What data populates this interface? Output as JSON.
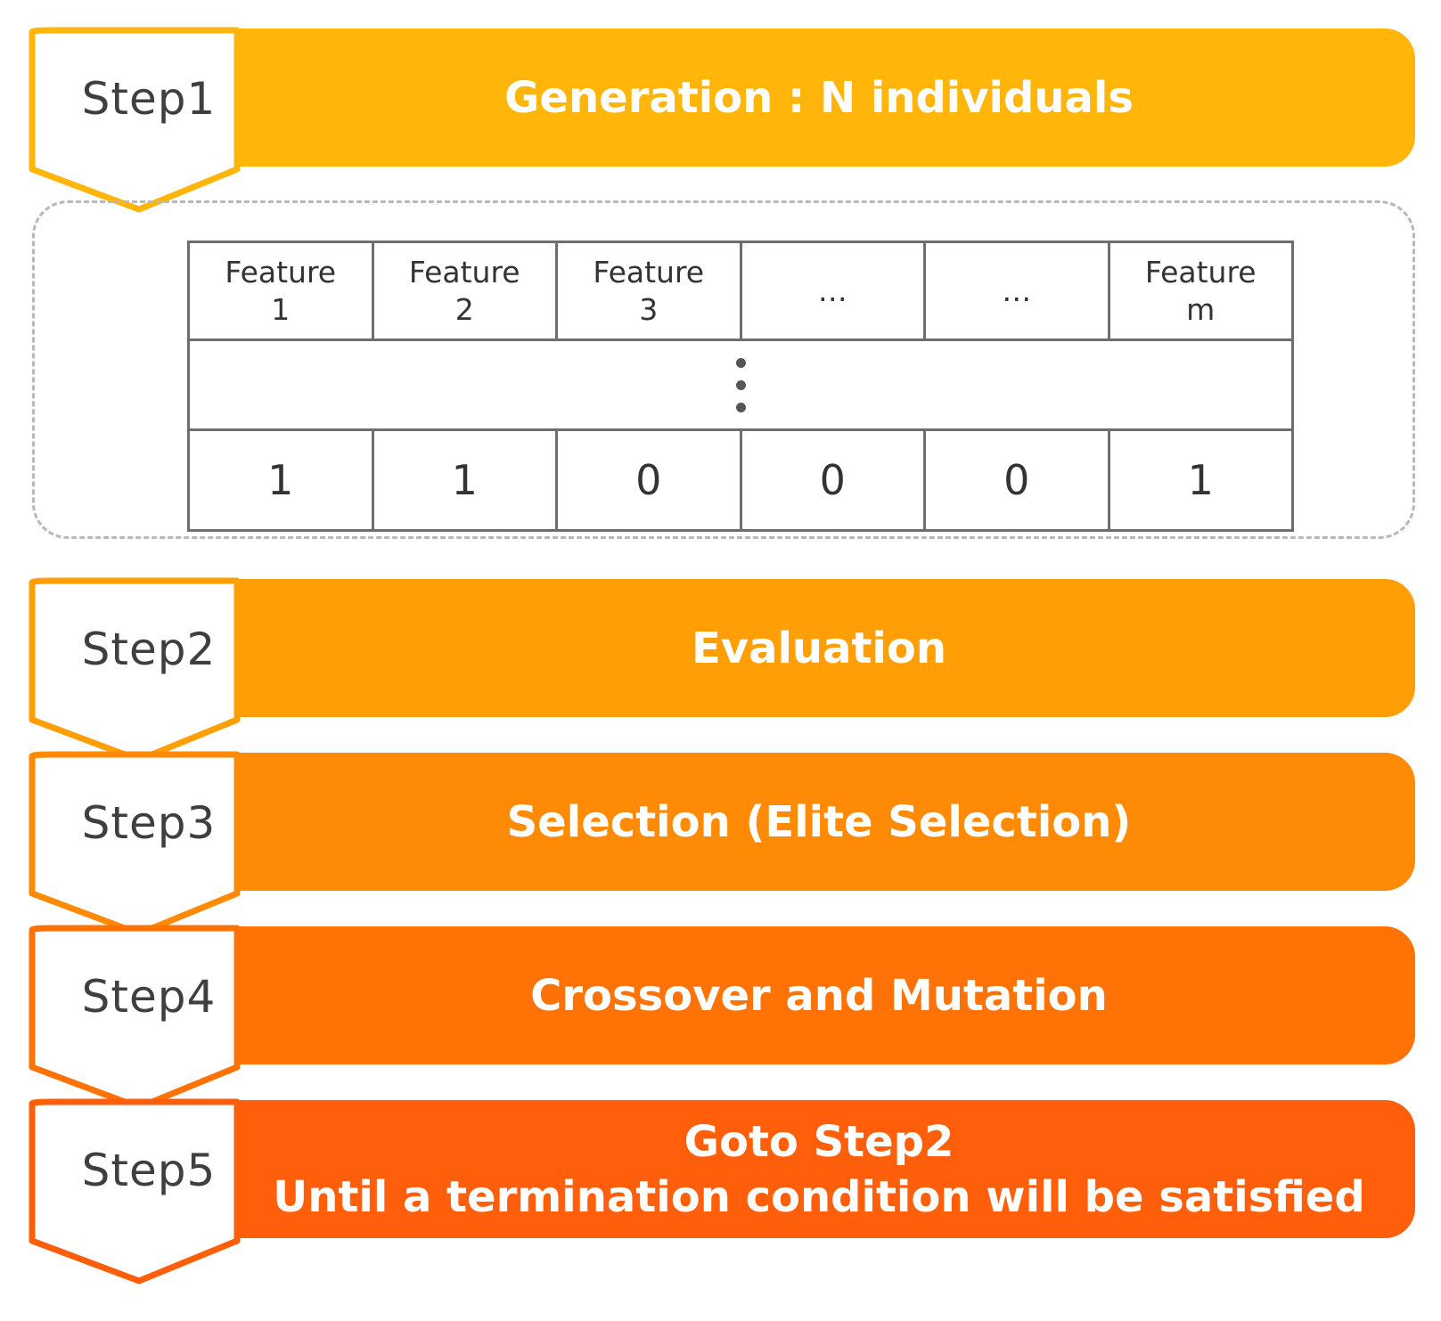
{
  "steps": [
    {
      "label": "Step1",
      "lines": [
        "Generation : N individuals"
      ],
      "color": "#FFB50A"
    },
    {
      "label": "Step2",
      "lines": [
        "Evaluation"
      ],
      "color": "#FF9E05"
    },
    {
      "label": "Step3",
      "lines": [
        "Selection (Elite Selection)"
      ],
      "color": "#FF8A06"
    },
    {
      "label": "Step4",
      "lines": [
        "Crossover and Mutation"
      ],
      "color": "#FF7306"
    },
    {
      "label": "Step5",
      "lines": [
        "Goto Step2",
        "Until a termination condition will be satisfied"
      ],
      "color": "#FF5E0A"
    }
  ],
  "table": {
    "headers": [
      [
        "Feature",
        "1"
      ],
      [
        "Feature",
        "2"
      ],
      [
        "Feature",
        "3"
      ],
      [
        "…"
      ],
      [
        "…"
      ],
      [
        "Feature",
        "m"
      ]
    ],
    "values": [
      "1",
      "1",
      "0",
      "0",
      "0",
      "1"
    ]
  }
}
